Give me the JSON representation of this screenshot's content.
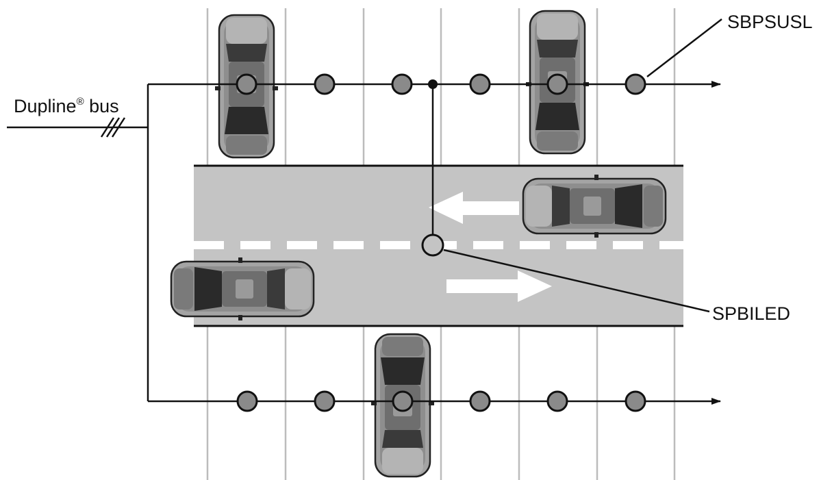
{
  "labels": {
    "bus": "Dupline",
    "bus_mark": "®",
    "bus_suffix": " bus",
    "sensor": "SBPSUSL",
    "indicator": "SPBILED"
  },
  "colors": {
    "line": "#111111",
    "road": "#c4c4c4",
    "lane_mark": "#ffffff",
    "stall_line": "#bcbcbc",
    "sensor_fill": "#8a8a8a",
    "car_body": "#9a9a9a",
    "car_glass": "#5a5a5a",
    "car_dark": "#2a2a2a"
  },
  "icons": {
    "arrow_left": "arrow-left-icon",
    "arrow_right": "arrow-right-icon",
    "car": "car-icon"
  }
}
